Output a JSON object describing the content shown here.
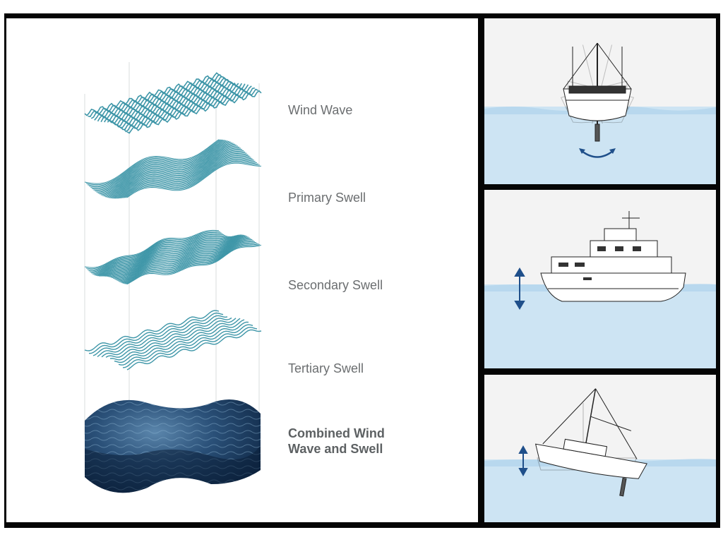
{
  "layers": {
    "wind_wave": "Wind Wave",
    "primary_swell": "Primary Swell",
    "secondary_swell": "Secondary Swell",
    "tertiary_swell": "Tertiary Swell",
    "combined_line1": "Combined Wind",
    "combined_line2": "Wave and Swell"
  },
  "colors": {
    "wave_line": "#3e96a8",
    "sea_fill": "#cde4f3",
    "sea_surface": "#b8d8ee",
    "motion_arrow": "#1f4f8a",
    "frame": "#050505",
    "label_text": "#6b6e70",
    "deep_water": "#123252"
  },
  "side_panels": [
    {
      "motion": "roll",
      "arrow_icon": "curved-double-arrow-icon"
    },
    {
      "motion": "heave",
      "arrow_icon": "vertical-double-arrow-icon"
    },
    {
      "motion": "pitch",
      "arrow_icon": "vertical-double-arrow-icon"
    }
  ]
}
